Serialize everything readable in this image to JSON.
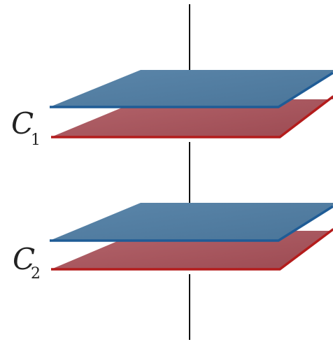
{
  "capacitors": [
    {
      "symbol": "C",
      "subscript": "1"
    },
    {
      "symbol": "C",
      "subscript": "2"
    }
  ],
  "colors": {
    "background": "#ffffff",
    "wire": "#111111",
    "top_plate_fill": "#5b86aa",
    "top_plate_edge": "#1f5c96",
    "bottom_plate_fill": "#b5666d",
    "bottom_plate_edge": "#b41c1c",
    "label": "#222222"
  }
}
